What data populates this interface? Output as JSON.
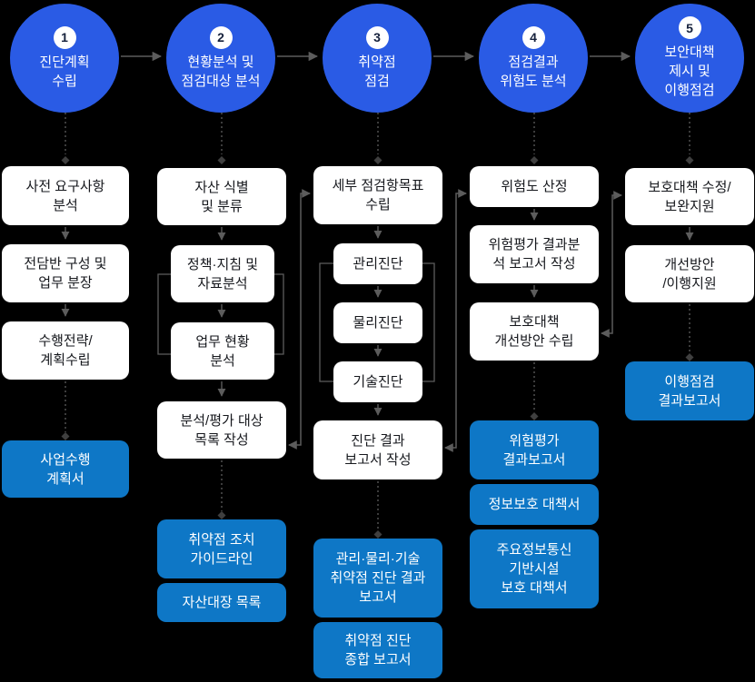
{
  "diagram": {
    "type": "process-flowchart",
    "phases": [
      {
        "number": "1",
        "label": "진단계획\n수립",
        "steps": [
          "사전 요구사항\n분석",
          "전담반 구성 및\n업무 분장",
          "수행전략/\n계획수립"
        ],
        "outputs": [
          "사업수행\n계획서"
        ]
      },
      {
        "number": "2",
        "label": "현황분석 및\n점검대상 분석",
        "steps": [
          "자산 식별\n및 분류",
          "정책·지침 및\n자료분석",
          "업무 현황\n분석",
          "분석/평가 대상\n목록 작성"
        ],
        "outputs": [
          "취약점 조치\n가이드라인",
          "자산대장 목록"
        ]
      },
      {
        "number": "3",
        "label": "취약점\n점검",
        "steps": [
          "세부 점검항목표\n수립",
          "관리진단",
          "물리진단",
          "기술진단",
          "진단 결과\n보고서 작성"
        ],
        "outputs": [
          "관리·물리·기술\n취약점 진단 결과\n보고서",
          "취약점 진단\n종합 보고서"
        ]
      },
      {
        "number": "4",
        "label": "점검결과\n위험도 분석",
        "steps": [
          "위험도 산정",
          "위험평가 결과분\n석 보고서 작성",
          "보호대책\n개선방안 수립"
        ],
        "outputs": [
          "위험평가\n결과보고서",
          "정보보호 대책서",
          "주요정보통신\n기반시설\n보호 대책서"
        ]
      },
      {
        "number": "5",
        "label": "보안대책\n제시 및\n이행점검",
        "steps": [
          "보호대책 수정/\n보완지원",
          "개선방안\n/이행지원"
        ],
        "outputs": [
          "이행점검\n결과보고서"
        ]
      }
    ],
    "colors": {
      "background": "#000000",
      "phase_circle": "#2a5be5",
      "step_box": "#ffffff",
      "step_text": "#15171c",
      "output_box": "#0e77c6",
      "output_text": "#ffffff",
      "connector": "#5c5c5c"
    }
  }
}
